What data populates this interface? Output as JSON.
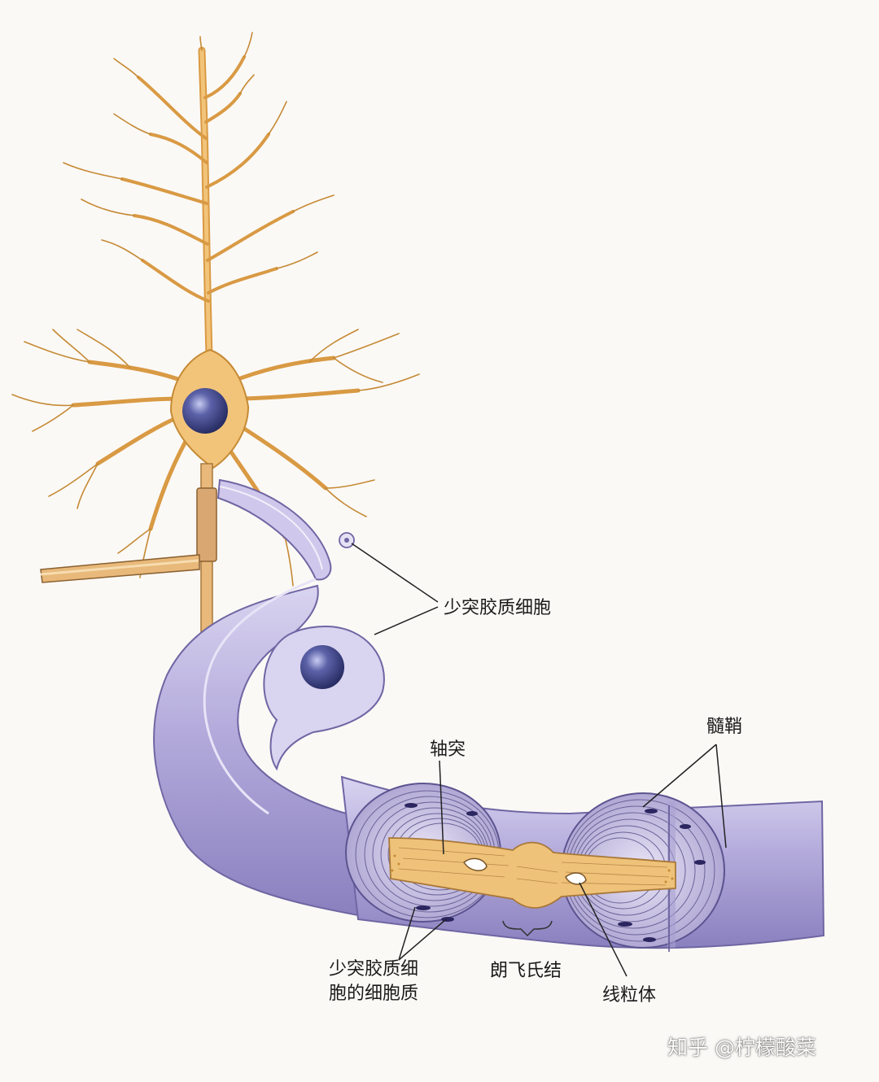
{
  "labels": {
    "oligodendrocyte": "少突胶质细胞",
    "myelin_sheath": "髓鞘",
    "axon": "轴突",
    "oligo_cytoplasm_line1": "少突胶质细",
    "oligo_cytoplasm_line2": "胞的细胞质",
    "node_of_ranvier": "朗飞氏结",
    "mitochondrion": "线粒体"
  },
  "watermark": "知乎 @柠檬酸菜",
  "colors": {
    "neuron_fill": "#f2c47a",
    "neuron_stroke": "#c58a35",
    "nucleus": "#4a4f8c",
    "myelin_fill": "#b6aedc",
    "myelin_dark": "#8f85c2",
    "myelin_stroke": "#6f66a3",
    "axon_core": "#efc27a"
  }
}
